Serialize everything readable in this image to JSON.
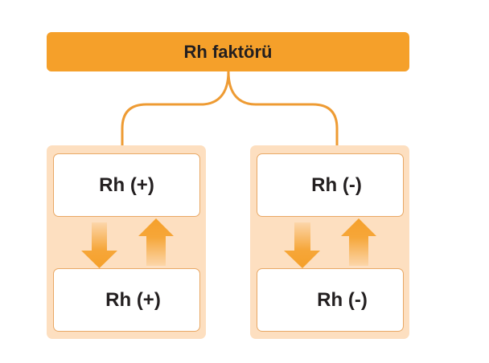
{
  "title": "Rh faktörü",
  "colors": {
    "accent": "#F5A02A",
    "panel_fill": "#FDDFC0",
    "box_border": "#E9A865",
    "text": "#231F20"
  },
  "groups": [
    {
      "top_label": "Rh (+)",
      "bottom_label": "Rh (+)",
      "arrows": [
        "arrow-down-icon",
        "arrow-up-icon"
      ]
    },
    {
      "top_label": "Rh (-)",
      "bottom_label": "Rh (-)",
      "arrows": [
        "arrow-down-icon",
        "arrow-up-icon"
      ]
    }
  ]
}
